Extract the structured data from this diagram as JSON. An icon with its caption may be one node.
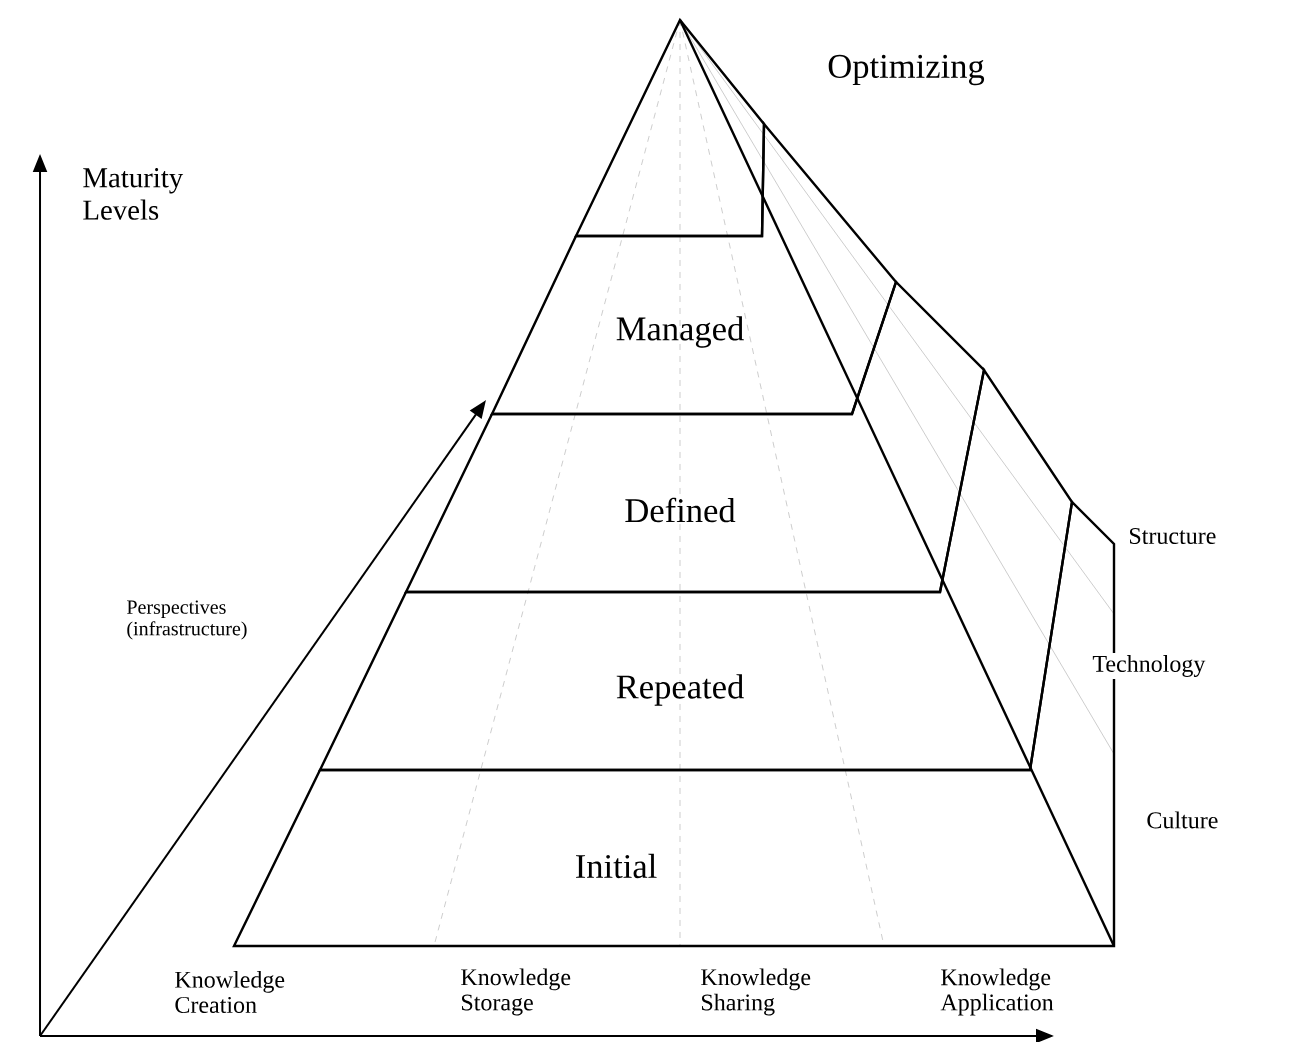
{
  "diagram": {
    "nodes": [
      {
        "text": [
          "Optimizing"
        ]
      },
      {
        "text": [
          "Managed"
        ]
      },
      {
        "text": [
          "Defined"
        ]
      },
      {
        "text": [
          "Repeated"
        ]
      },
      {
        "text": [
          "Initial"
        ]
      }
    ],
    "labels": [
      "Maturity Levels",
      "Perspectives (infrastructure)",
      "Structure",
      "Technology",
      "Culture",
      "Knowledge Creation",
      "Knowledge Storage",
      "Knowledge Sharing",
      "Knowledge Application"
    ]
  }
}
